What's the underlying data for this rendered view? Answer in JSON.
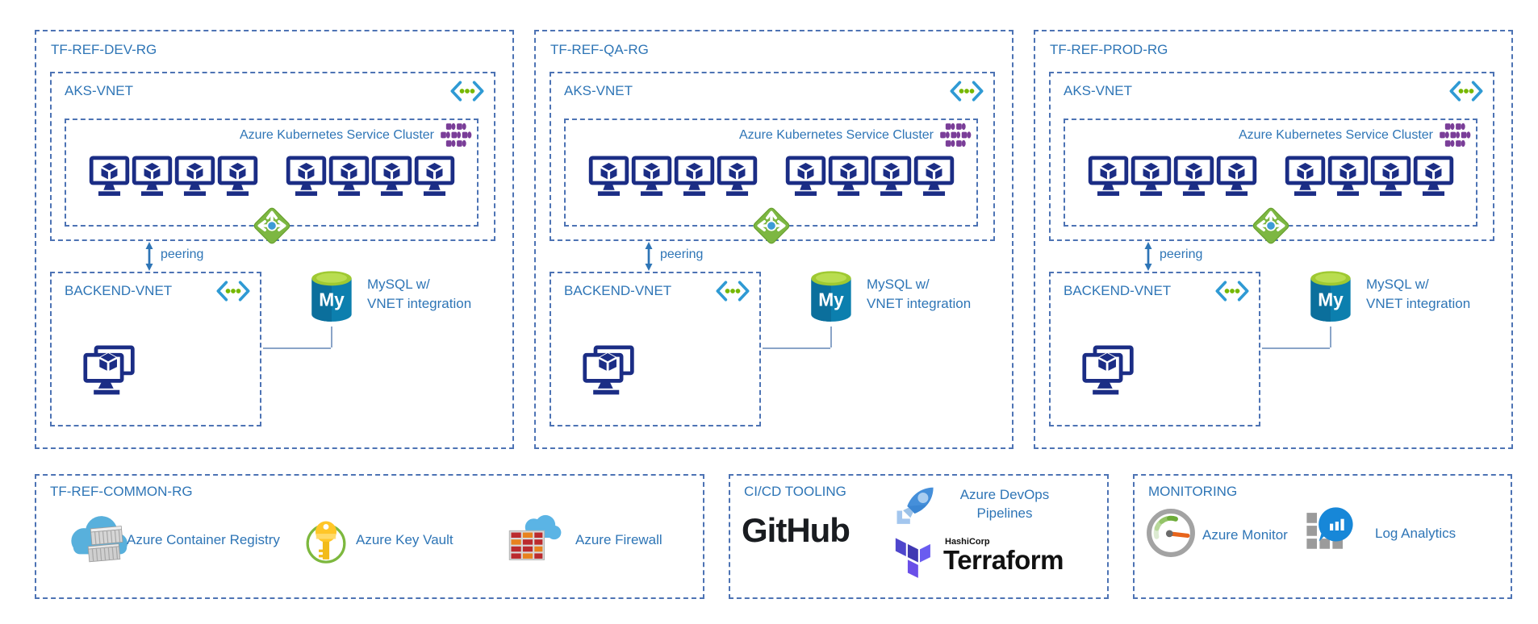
{
  "environments": [
    {
      "rg_label": "TF-REF-DEV-RG"
    },
    {
      "rg_label": "TF-REF-QA-RG"
    },
    {
      "rg_label": "TF-REF-PROD-RG"
    }
  ],
  "environment_shared": {
    "aks_vnet_label": "AKS-VNET",
    "aks_cluster_label": "Azure Kubernetes Service Cluster",
    "aks_node_groups": 2,
    "aks_nodes_per_group": 4,
    "peering_label": "peering",
    "backend_vnet_label": "BACKEND-VNET",
    "mysql_icon_text": "My",
    "mysql_label_line1": "MySQL w/",
    "mysql_label_line2": "VNET integration"
  },
  "common_rg": {
    "title": "TF-REF-COMMON-RG",
    "items": [
      {
        "label": "Azure Container Registry",
        "icon": "container-registry-icon"
      },
      {
        "label": "Azure Key Vault",
        "icon": "key-vault-icon"
      },
      {
        "label": "Azure Firewall",
        "icon": "firewall-icon"
      }
    ]
  },
  "cicd": {
    "title": "CI/CD TOOLING",
    "github_label": "GitHub",
    "devops_label_line1": "Azure DevOps",
    "devops_label_line2": "Pipelines",
    "terraform_brand": "HashiCorp",
    "terraform_label": "Terraform"
  },
  "monitoring": {
    "title": "MONITORING",
    "items": [
      {
        "label": "Azure Monitor",
        "icon": "azure-monitor-icon"
      },
      {
        "label": "Log Analytics",
        "icon": "log-analytics-icon"
      }
    ]
  },
  "icons": {
    "virtual-network-icon": "blue angle brackets with three green dots",
    "aks-cluster-icon": "cluster of purple container pods",
    "aks-node-icon": "navy monitor with cube",
    "virtual-machines-icon": "two overlapping navy monitors with cube",
    "load-balancer-icon": "green diamond with white arrows and blue center",
    "mysql-icon": "blue cylinder database with green top and My",
    "peering-arrow-icon": "vertical double-headed blue arrow",
    "container-registry-icon": "blue cloud with grey shipping containers",
    "key-vault-icon": "yellow key in green ring",
    "firewall-icon": "brick wall with blue cloud",
    "devops-pipelines-icon": "blue rocket on launch bracket",
    "terraform-icon": "purple parallelogram T logo",
    "azure-monitor-icon": "grey gauge with green arc and orange needle",
    "log-analytics-icon": "blue chart bubble with grey squares"
  },
  "colors": {
    "border_dashed": "#4d73b4",
    "label_blue": "#2e75b6",
    "monitor_navy": "#1b2d85",
    "vnet_bracket_blue": "#2f9ad4",
    "vnet_dot_green": "#76b800",
    "load_balancer_green": "#7db742",
    "mysql_body_blue": "#0c7fae",
    "mysql_top_green": "#9fc932",
    "aks_purple": "#7a3e98",
    "cloud_blue": "#58b0dc",
    "key_yellow": "#ffc628",
    "ring_green": "#7db83e",
    "brick_red": "#bb2b2e",
    "brick_orange": "#e8821e",
    "rocket_blue": "#3b86d3",
    "terraform_dark": "#4038b2",
    "terraform_light": "#5c4ee5",
    "gauge_needle_orange": "#e8641b",
    "log_analytics_blue": "#1787d8",
    "github_black": "#191c20"
  }
}
